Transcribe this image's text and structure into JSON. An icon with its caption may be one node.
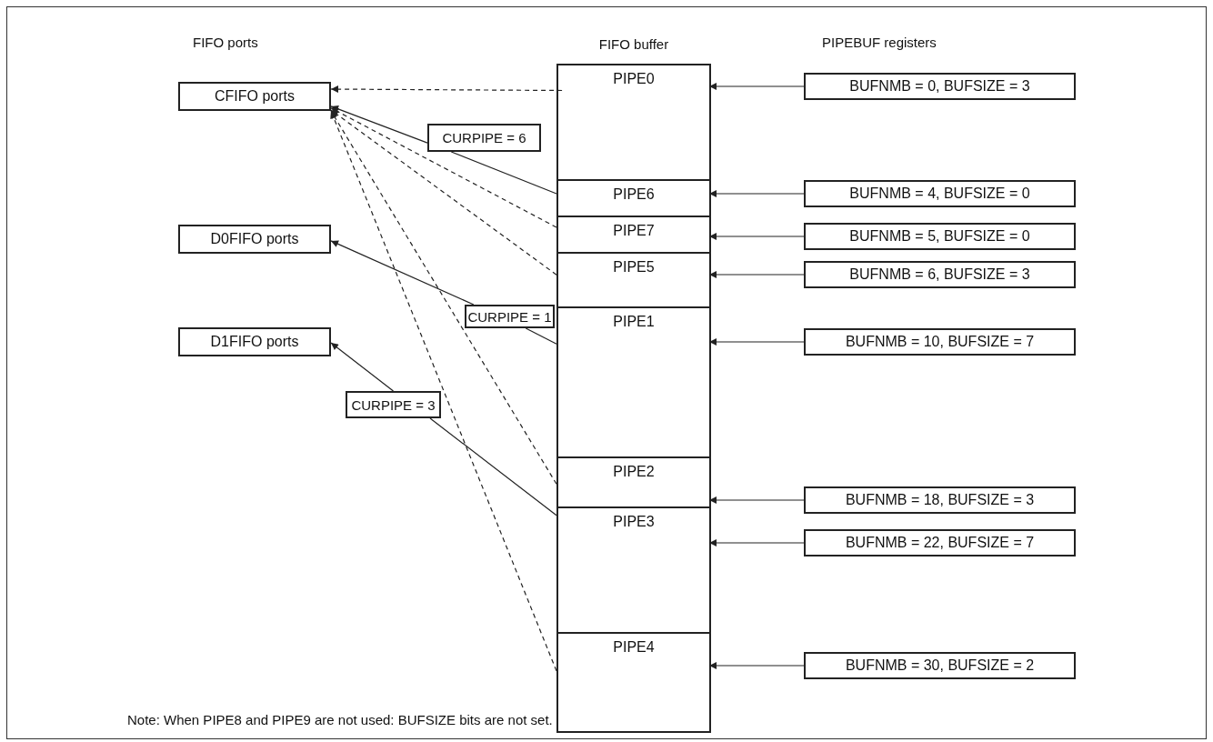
{
  "diagram": {
    "nodes": [
      {
        "text": [
          "CFIFO ports"
        ]
      },
      {
        "text": [
          "D0FIFO ports"
        ]
      },
      {
        "text": [
          "D1FIFO ports"
        ]
      },
      {
        "text": [
          "FIFO buffer"
        ]
      },
      {
        "text": [
          "PIPE0"
        ],
        "in": 3
      },
      {
        "text": [
          "PIPE6"
        ],
        "in": 3
      },
      {
        "text": [
          "PIPE7"
        ],
        "in": 3
      },
      {
        "text": [
          "PIPE5"
        ],
        "in": 3
      },
      {
        "text": [
          "PIPE1"
        ],
        "in": 3
      },
      {
        "text": [
          "PIPE2"
        ],
        "in": 3
      },
      {
        "text": [
          "PIPE3"
        ],
        "in": 3
      },
      {
        "text": [
          "PIPE4"
        ],
        "in": 3
      },
      {
        "text": [
          "BUFNMB = 0, BUFSIZE = 3"
        ]
      },
      {
        "text": [
          "BUFNMB = 4, BUFSIZE = 0"
        ]
      },
      {
        "text": [
          "BUFNMB = 5, BUFSIZE = 0"
        ]
      },
      {
        "text": [
          "BUFNMB = 6, BUFSIZE = 3"
        ]
      },
      {
        "text": [
          "BUFNMB = 10, BUFSIZE = 7"
        ]
      },
      {
        "text": [
          "BUFNMB = 18, BUFSIZE = 3"
        ]
      },
      {
        "text": [
          "BUFNMB = 22, BUFSIZE = 7"
        ]
      },
      {
        "text": [
          "BUFNMB = 30, BUFSIZE = 2"
        ]
      },
      {
        "text": [
          "CURPIPE = 6"
        ]
      },
      {
        "text": [
          "CURPIPE = 1"
        ]
      },
      {
        "text": [
          "CURPIPE = 3"
        ]
      }
    ],
    "edges": [
      {
        "from": 4,
        "to": 0,
        "arrow": "to",
        "style": "dashed"
      },
      {
        "from": 5,
        "to": 20,
        "arrow": "none"
      },
      {
        "from": 20,
        "to": 0,
        "arrow": "to"
      },
      {
        "from": 6,
        "to": 0,
        "arrow": "to",
        "style": "dashed"
      },
      {
        "from": 7,
        "to": 0,
        "arrow": "to",
        "style": "dashed"
      },
      {
        "from": 8,
        "to": 21,
        "arrow": "none"
      },
      {
        "from": 21,
        "to": 1,
        "arrow": "to"
      },
      {
        "from": 9,
        "to": 0,
        "arrow": "to",
        "style": "dashed"
      },
      {
        "from": 10,
        "to": 22,
        "arrow": "none"
      },
      {
        "from": 22,
        "to": 2,
        "arrow": "to"
      },
      {
        "from": 11,
        "to": 0,
        "arrow": "to",
        "style": "dashed"
      },
      {
        "from": 12,
        "to": 4,
        "arrow": "to"
      },
      {
        "from": 13,
        "to": 5,
        "arrow": "to"
      },
      {
        "from": 14,
        "to": 6,
        "arrow": "to"
      },
      {
        "from": 15,
        "to": 7,
        "arrow": "to"
      },
      {
        "from": 16,
        "to": 8,
        "arrow": "to"
      },
      {
        "from": 17,
        "to": 9,
        "arrow": "to"
      },
      {
        "from": 18,
        "to": 10,
        "arrow": "to"
      },
      {
        "from": 19,
        "to": 11,
        "arrow": "to"
      }
    ],
    "labels": [
      "FIFO ports",
      "PIPEBUF registers",
      "Note: When PIPE8 and PIPE9 are not used: BUFSIZE bits are not set."
    ]
  }
}
